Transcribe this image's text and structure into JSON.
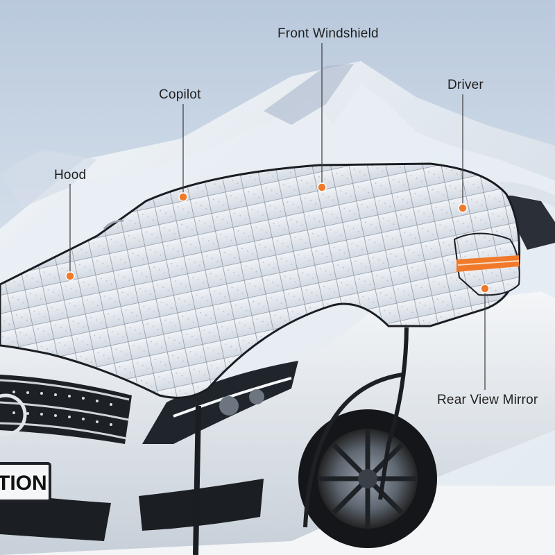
{
  "labels": {
    "hood": "Hood",
    "copilot": "Copilot",
    "front_windshield": "Front Windshield",
    "driver": "Driver",
    "rear_view_mirror": "Rear View Mirror"
  },
  "plate_text": "TION",
  "colors": {
    "callout_dot": "#f07a2a",
    "reflective_strip": "#f07a2a",
    "cover_silver": "#e8ecf1",
    "car_body": "#eef1f4",
    "sky": "#c9d6e6"
  }
}
